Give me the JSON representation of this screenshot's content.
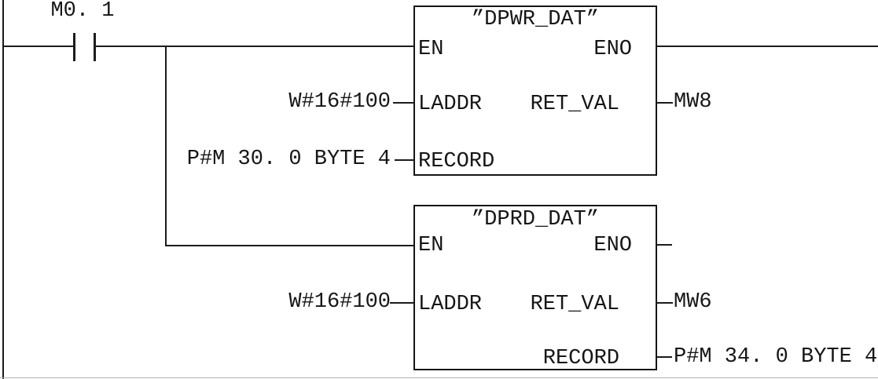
{
  "network": {
    "rail": "power-rail",
    "contact": {
      "label": "M0. 1",
      "type": "normally-open-contact"
    },
    "blocks": [
      {
        "title": "”DPWR_DAT”",
        "pins": {
          "en": "EN",
          "eno": "ENO",
          "laddr": "LADDR",
          "ret_val": "RET_VAL",
          "record": "RECORD"
        },
        "operands": {
          "laddr": "W#16#100",
          "record": "P#M 30. 0 BYTE 4",
          "ret_val": "MW8"
        }
      },
      {
        "title": "”DPRD_DAT”",
        "pins": {
          "en": "EN",
          "eno": "ENO",
          "laddr": "LADDR",
          "ret_val": "RET_VAL",
          "record": "RECORD"
        },
        "operands": {
          "laddr": "W#16#100",
          "ret_val": "MW6",
          "record": "P#M 34. 0 BYTE 4"
        }
      }
    ],
    "colors": {
      "wire": "#1c1c1c",
      "background": "#ffffff"
    }
  }
}
